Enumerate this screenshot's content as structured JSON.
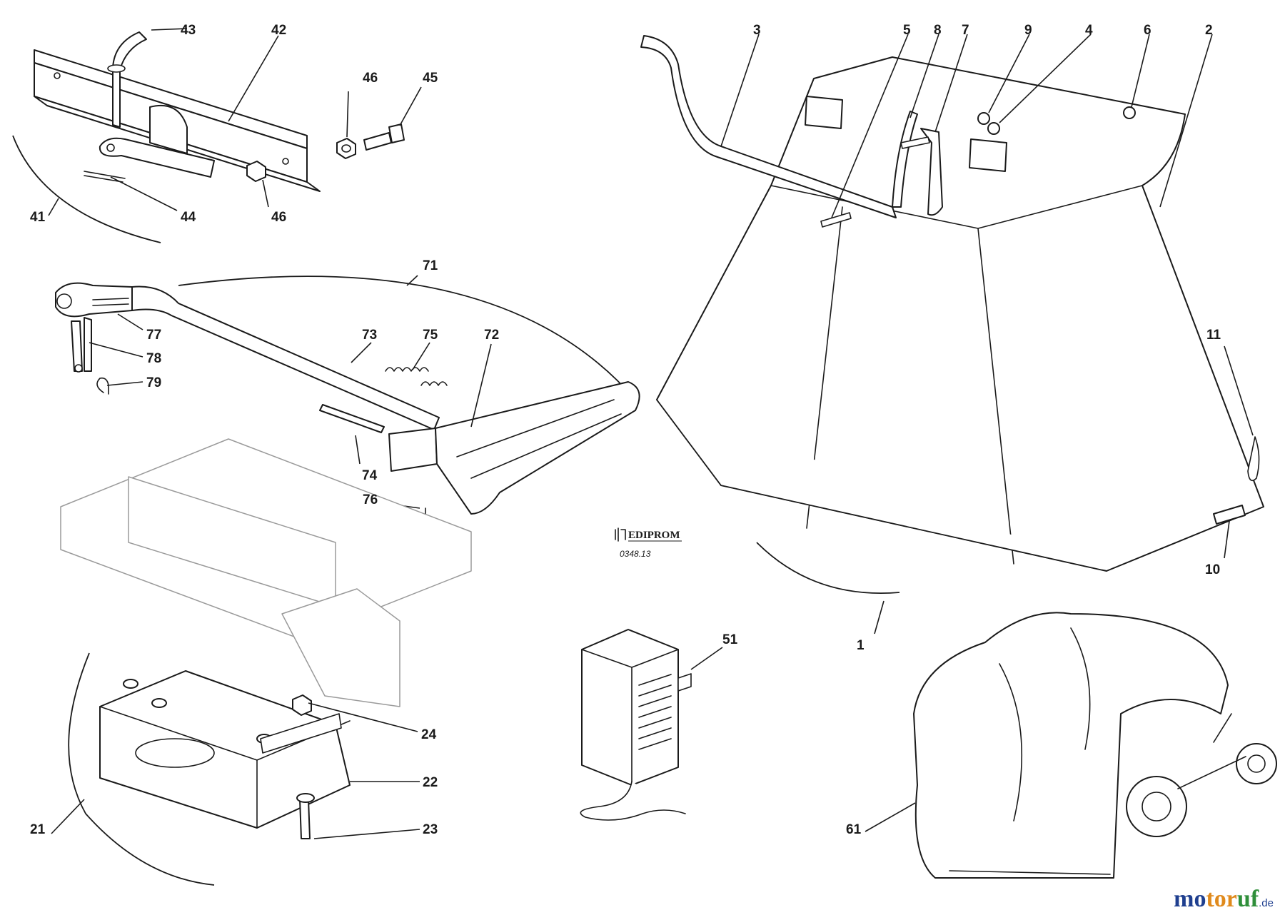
{
  "callouts": [
    {
      "id": "c1",
      "label": "1"
    },
    {
      "id": "c2",
      "label": "2"
    },
    {
      "id": "c3",
      "label": "3"
    },
    {
      "id": "c4",
      "label": "4"
    },
    {
      "id": "c5",
      "label": "5"
    },
    {
      "id": "c6",
      "label": "6"
    },
    {
      "id": "c7",
      "label": "7"
    },
    {
      "id": "c8",
      "label": "8"
    },
    {
      "id": "c9",
      "label": "9"
    },
    {
      "id": "c10",
      "label": "10"
    },
    {
      "id": "c11",
      "label": "11"
    },
    {
      "id": "c21",
      "label": "21"
    },
    {
      "id": "c22",
      "label": "22"
    },
    {
      "id": "c23",
      "label": "23"
    },
    {
      "id": "c24",
      "label": "24"
    },
    {
      "id": "c41",
      "label": "41"
    },
    {
      "id": "c42",
      "label": "42"
    },
    {
      "id": "c43",
      "label": "43"
    },
    {
      "id": "c44",
      "label": "44"
    },
    {
      "id": "c45",
      "label": "45"
    },
    {
      "id": "c46a",
      "label": "46"
    },
    {
      "id": "c46b",
      "label": "46"
    },
    {
      "id": "c51",
      "label": "51"
    },
    {
      "id": "c61",
      "label": "61"
    },
    {
      "id": "c71",
      "label": "71"
    },
    {
      "id": "c72",
      "label": "72"
    },
    {
      "id": "c73",
      "label": "73"
    },
    {
      "id": "c74",
      "label": "74"
    },
    {
      "id": "c75",
      "label": "75"
    },
    {
      "id": "c76",
      "label": "76"
    },
    {
      "id": "c77",
      "label": "77"
    },
    {
      "id": "c78",
      "label": "78"
    },
    {
      "id": "c79",
      "label": "79"
    }
  ],
  "stamp": {
    "brand": "EDIPROM",
    "code": "0348.13"
  },
  "watermark": {
    "part1": "mo",
    "part2": "tor",
    "part3": "uf",
    "tld": ".de"
  },
  "colors": {
    "line": "#1a1a1a",
    "watermark_blue": "#1f3f8f",
    "watermark_orange": "#e08a1c",
    "watermark_green": "#2f8f3a"
  }
}
